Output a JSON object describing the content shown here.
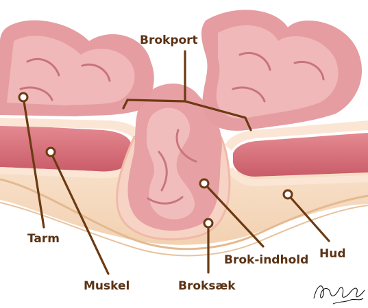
{
  "labels": {
    "brokport": "Brokport",
    "tarm": "Tarm",
    "muskel": "Muskel",
    "broksaek": "Broksæk",
    "brok_indhold": "Brok-indhold",
    "hud": "Hud"
  },
  "colors": {
    "leader": "#6b3a12",
    "label_text": "#5b3214",
    "intestine": "#e8a3a6",
    "intestine_dark": "#c9757c",
    "intestine_light": "#f3c3c3",
    "muscle": "#d8707a",
    "fascia": "#f8dfcd",
    "fat": "#f6dcc4",
    "skin_line": "#e7bf9a"
  },
  "signature": "artist-signature"
}
